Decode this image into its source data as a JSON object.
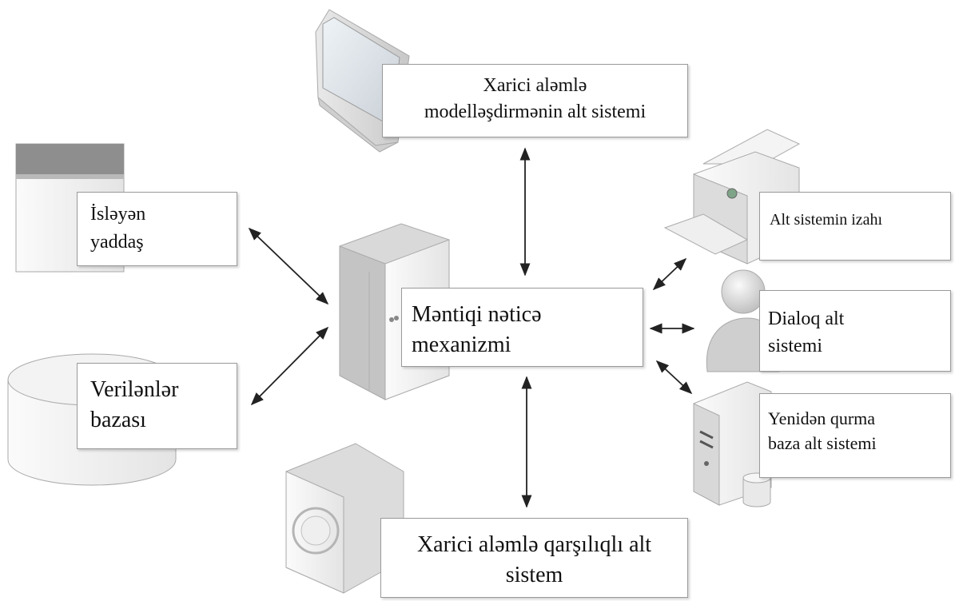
{
  "nodes": {
    "external_modeling": {
      "line1": "Xarici aləmlə",
      "line2": "modelləşdirmənin alt sistemi"
    },
    "working_memory": {
      "line1": "İsləyən",
      "line2": "yaddaş"
    },
    "database": {
      "line1": "Verilənlər",
      "line2": "bazası"
    },
    "inference_engine": {
      "line1": "Məntiqi nəticə",
      "line2": "mexanizmi"
    },
    "explanation": {
      "line1": "Alt sistemin izahı"
    },
    "dialog": {
      "line1": "Dialoq alt",
      "line2": "sistemi"
    },
    "rebuild": {
      "line1": "Yenidən qurma",
      "line2": "baza alt sistemi"
    },
    "external_interaction": {
      "line1": "Xarici aləmlə qarşılıqlı alt",
      "line2": "sistem"
    }
  },
  "icons": {
    "external_modeling": "monitor-icon",
    "working_memory": "memory-block-icon",
    "database": "database-cylinder-icon",
    "inference_engine": "server-tower-icon",
    "explanation": "printer-icon",
    "dialog": "user-icon",
    "rebuild": "server-database-icon",
    "external_interaction": "hardware-box-icon"
  },
  "colors": {
    "line": "#222222",
    "box_border": "#9a9a9a",
    "icon_light": "#f2f2f2",
    "icon_mid": "#d4d4d4",
    "icon_dark": "#9c9c9c"
  }
}
